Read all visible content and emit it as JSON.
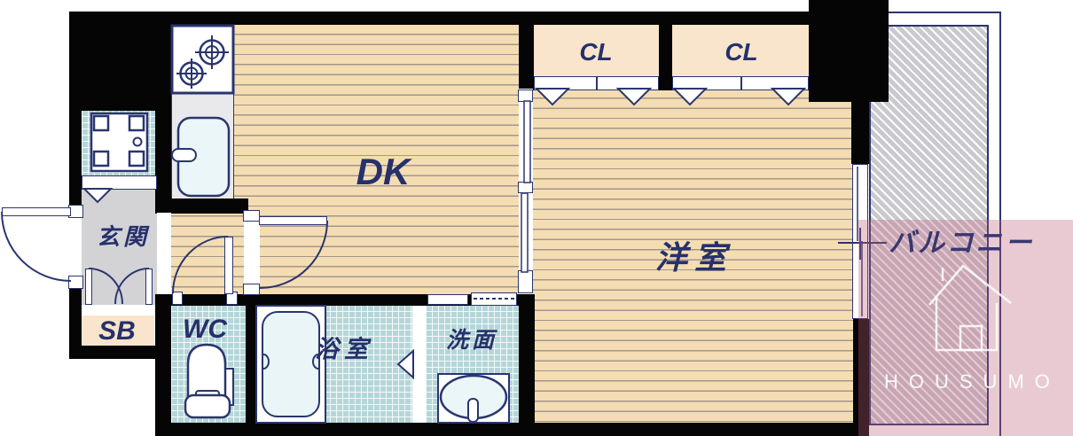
{
  "floorplan": {
    "rooms": {
      "dk": "DK",
      "western_room": "洋室",
      "entrance": "玄関",
      "shoe_box": "SB",
      "toilet": "WC",
      "closet_left": "CL",
      "closet_right": "CL",
      "bathroom": "浴室",
      "washroom": "洗面",
      "balcony": "バルコニー"
    },
    "fixtures": [
      "stove-icon",
      "kitchen-sink-icon",
      "washing-machine-pan-icon",
      "bathtub-icon",
      "toilet-icon",
      "washbasin-icon",
      "sliding-partition-icon",
      "balcony-window-icon",
      "hinged-door-icon",
      "folding-door-icon"
    ],
    "colors": {
      "wall": "#050505",
      "line_navy": "#2a356f",
      "label_navy": "#26306b",
      "floor_wood": "#f4ddb2",
      "tile_teal": "#b5d6d8",
      "closet_peach": "#f9e4cc",
      "entrance_gray": "#d3d3d5",
      "kitchen_gray": "#e9e9ec",
      "balcony_hatch_gray": "#c9c9ce",
      "watermark_pink": "rgba(188,95,120,0.33)"
    }
  },
  "watermark": {
    "brand": "HOUSUMO"
  }
}
